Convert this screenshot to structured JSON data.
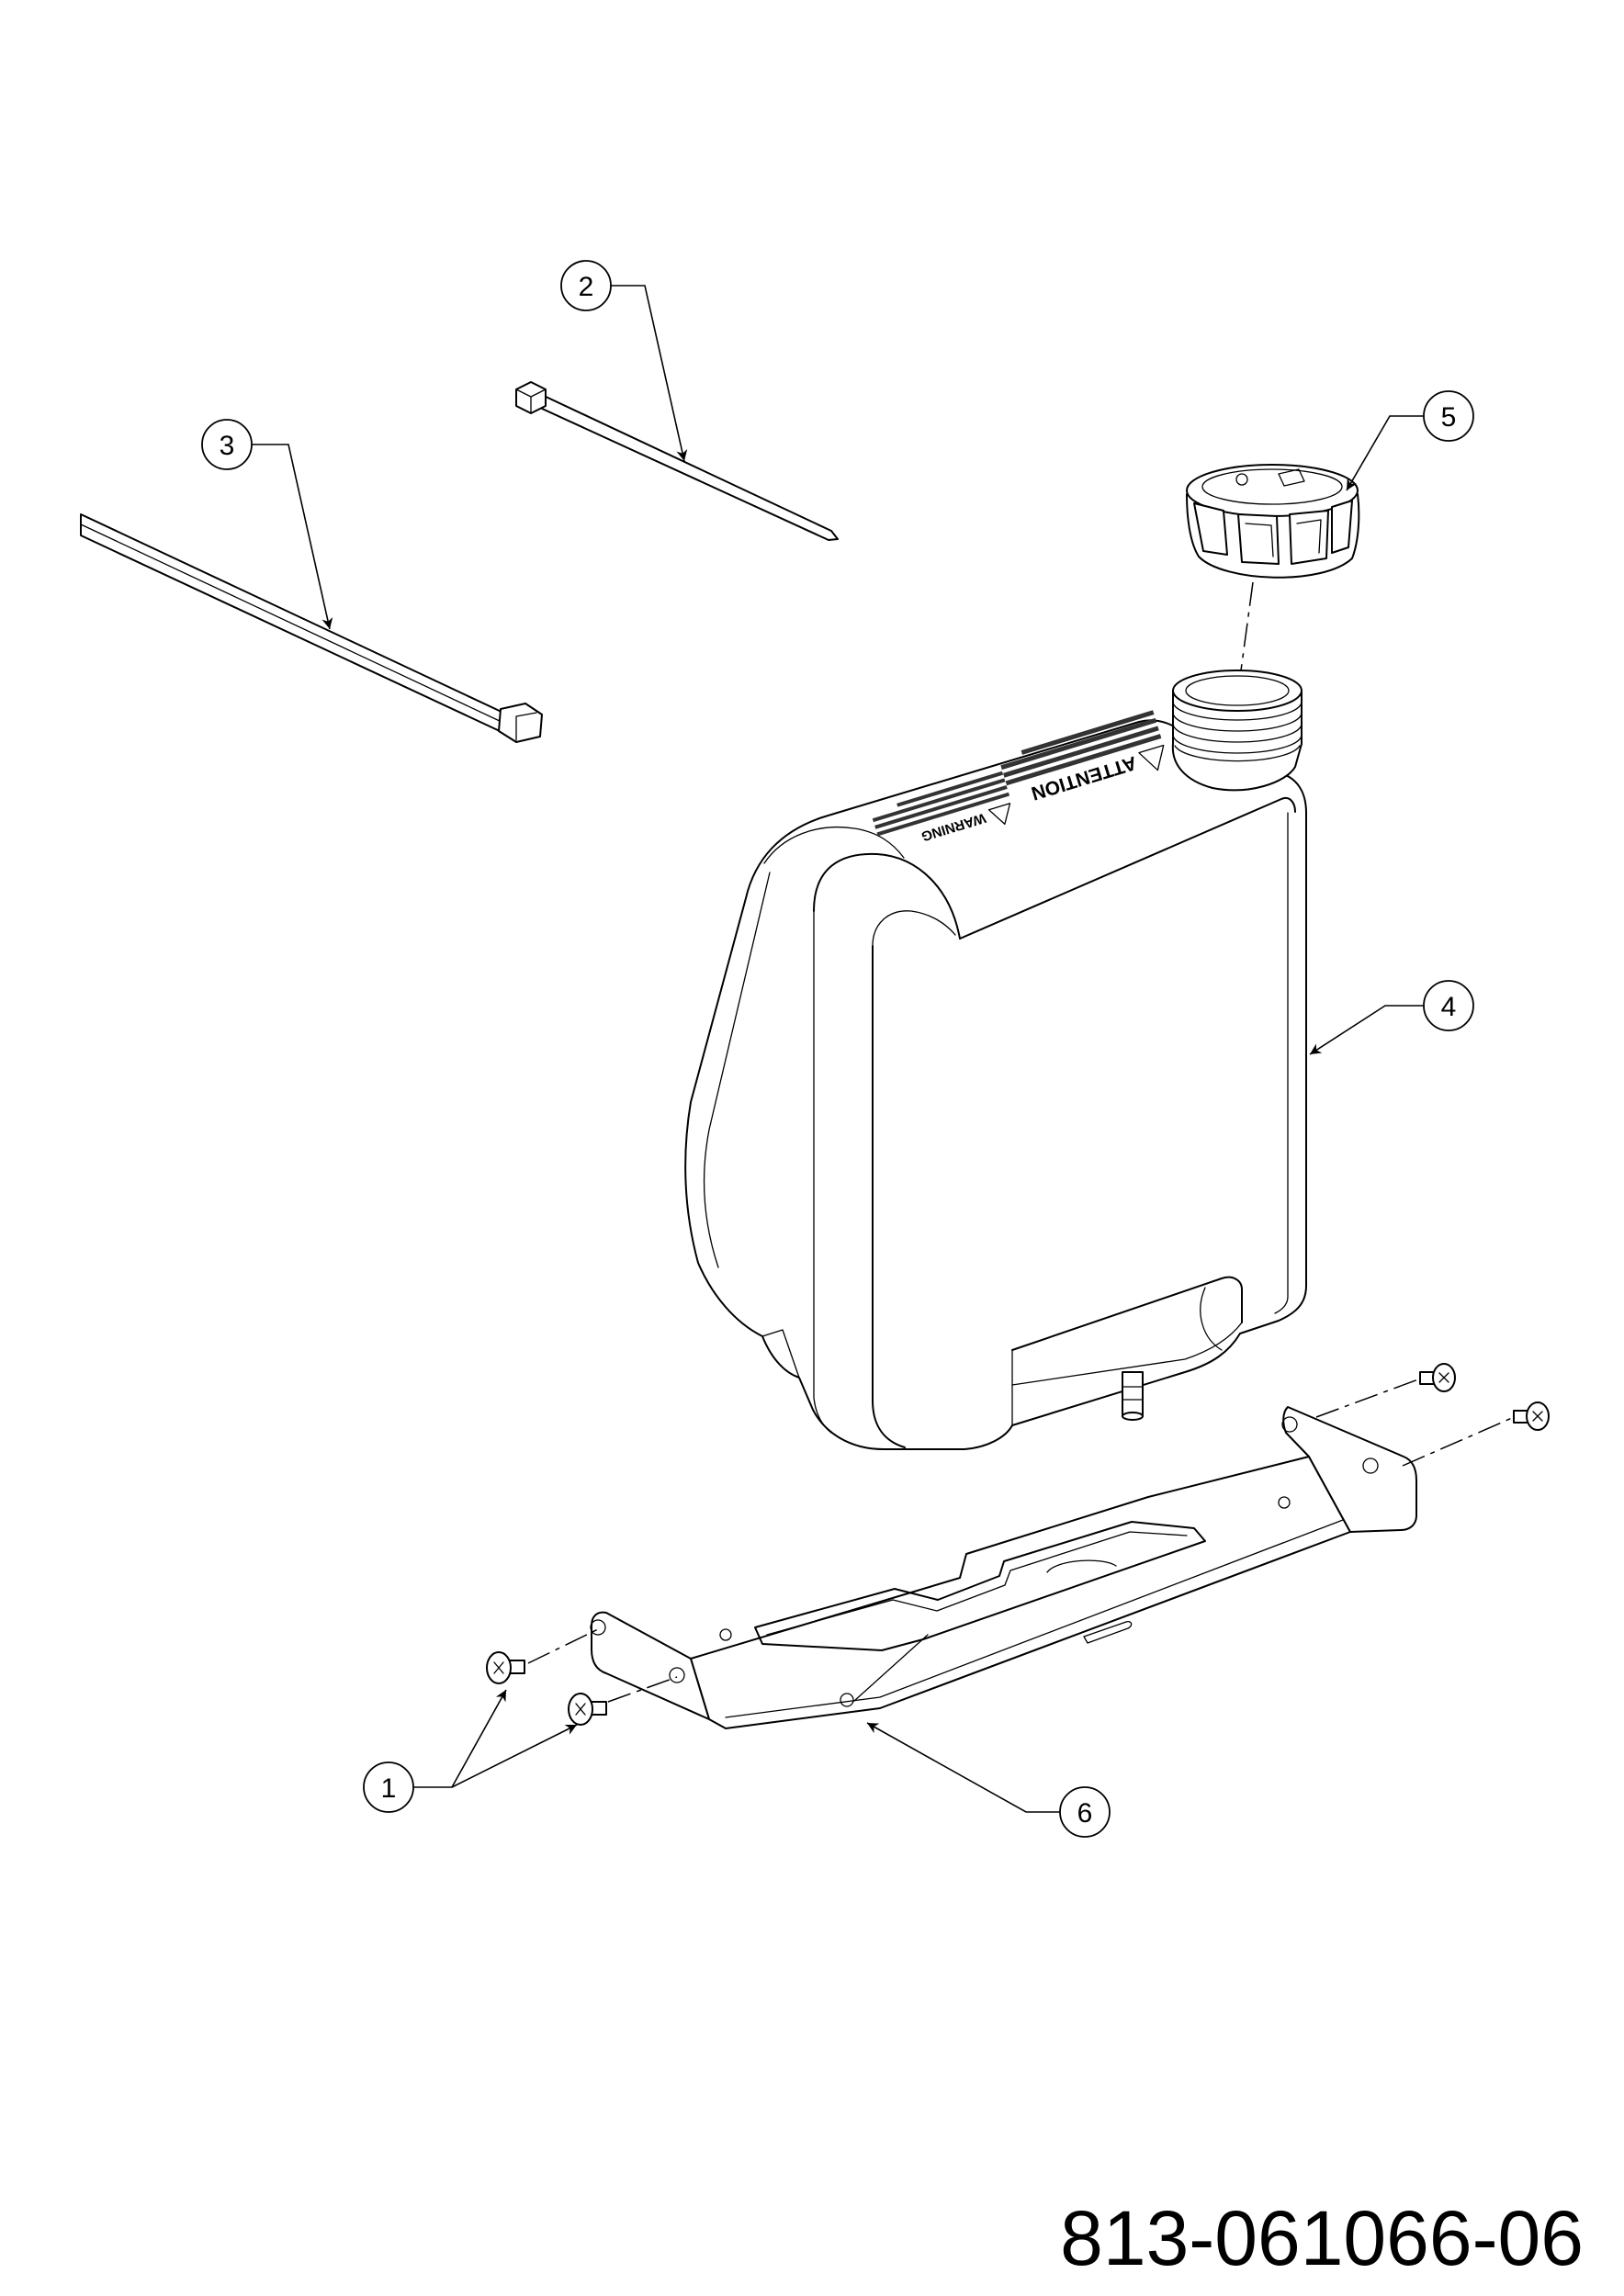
{
  "callouts": [
    "1",
    "2",
    "3",
    "4",
    "5",
    "6"
  ],
  "tank_label": {
    "warning_heading": "WARNING",
    "attention_heading": "ATTENTION"
  },
  "drawing_number": "813-061066-06"
}
